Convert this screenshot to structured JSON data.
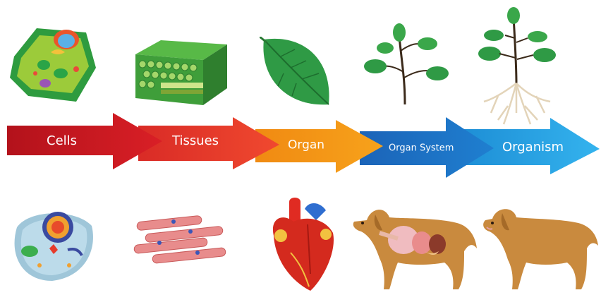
{
  "stages": [
    {
      "label": "Cells",
      "color_dark": "#b3121b",
      "color": "#d91f26"
    },
    {
      "label": "Tissues",
      "color_dark": "#d92b26",
      "color": "#f0492f"
    },
    {
      "label": "Organ",
      "color_dark": "#f08a12",
      "color": "#f7a21b"
    },
    {
      "label": "Organ System",
      "color_dark": "#1b64b8",
      "color": "#1f7fd0"
    },
    {
      "label": "Organism",
      "color_dark": "#1e8fd6",
      "color": "#34b3ee"
    }
  ],
  "plant_row": [
    "plant-cell-icon",
    "plant-tissue-icon",
    "leaf-icon",
    "plant-shoot-icon",
    "plant-with-roots-icon"
  ],
  "animal_row": [
    "animal-cell-icon",
    "muscle-tissue-icon",
    "heart-icon",
    "dog-organ-system-icon",
    "dog-icon"
  ],
  "colors": {
    "leaf": "#3fae49",
    "leaf_dark": "#2a8a36",
    "root": "#e9dcc5",
    "heart": "#d62a1e",
    "dog": "#c98a3e",
    "muscle": "#e68a8a"
  }
}
